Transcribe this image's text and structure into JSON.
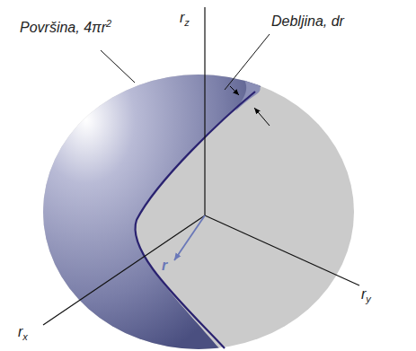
{
  "diagram": {
    "labels": [
      "Površina, 4πr2",
      "Debljina, dr",
      "rz",
      "ry",
      "rx",
      "r"
    ]
  }
}
